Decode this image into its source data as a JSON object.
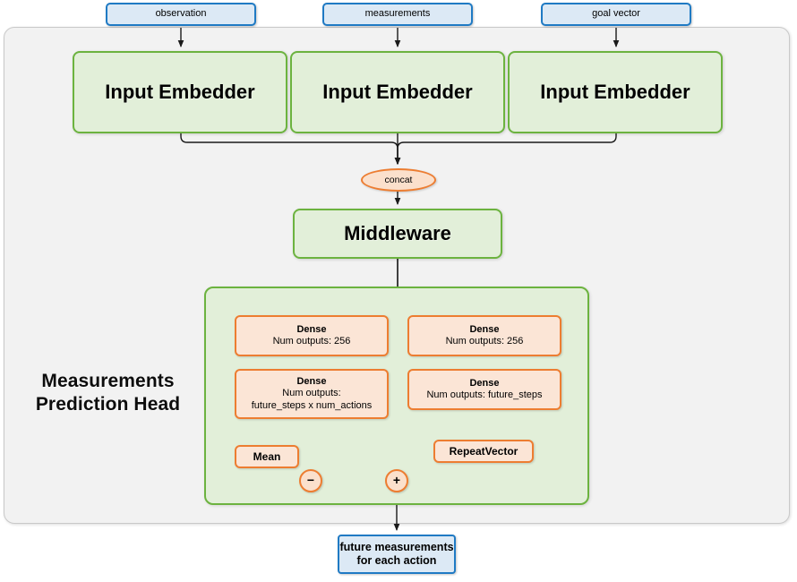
{
  "diagram": {
    "title": "Measurements Prediction Head",
    "colors": {
      "blue_border": "#1f7ac4",
      "blue_fill": "#dce9f5",
      "green_border": "#6cb33f",
      "green_fill": "#e2efd9",
      "orange_border": "#ed7d31",
      "orange_fill": "#fbe5d6",
      "outer_fill": "#f2f2f2",
      "edge": "#1a1a1a"
    }
  },
  "inputs": [
    {
      "label": "observation"
    },
    {
      "label": "measurements"
    },
    {
      "label": "goal vector"
    }
  ],
  "embedders": [
    {
      "label": "Input Embedder"
    },
    {
      "label": "Input Embedder"
    },
    {
      "label": "Input Embedder"
    }
  ],
  "concat": {
    "label": "concat"
  },
  "middleware": {
    "label": "Middleware"
  },
  "head": {
    "label_line1": "Measurements",
    "label_line2": "Prediction Head",
    "left_branch": {
      "dense1": {
        "title": "Dense",
        "line2": "Num outputs: 256"
      },
      "dense2": {
        "title": "Dense",
        "line2": "Num outputs:",
        "line3": "future_steps x num_actions"
      },
      "mean": {
        "label": "Mean"
      },
      "operator": {
        "label": "−"
      }
    },
    "right_branch": {
      "dense1": {
        "title": "Dense",
        "line2": "Num outputs: 256"
      },
      "dense2": {
        "title": "Dense",
        "line2": "Num outputs: future_steps"
      },
      "repeat_vector": {
        "label": "RepeatVector"
      },
      "operator": {
        "label": "+"
      }
    }
  },
  "output": {
    "line1": "future measurements",
    "line2": "for each action"
  }
}
